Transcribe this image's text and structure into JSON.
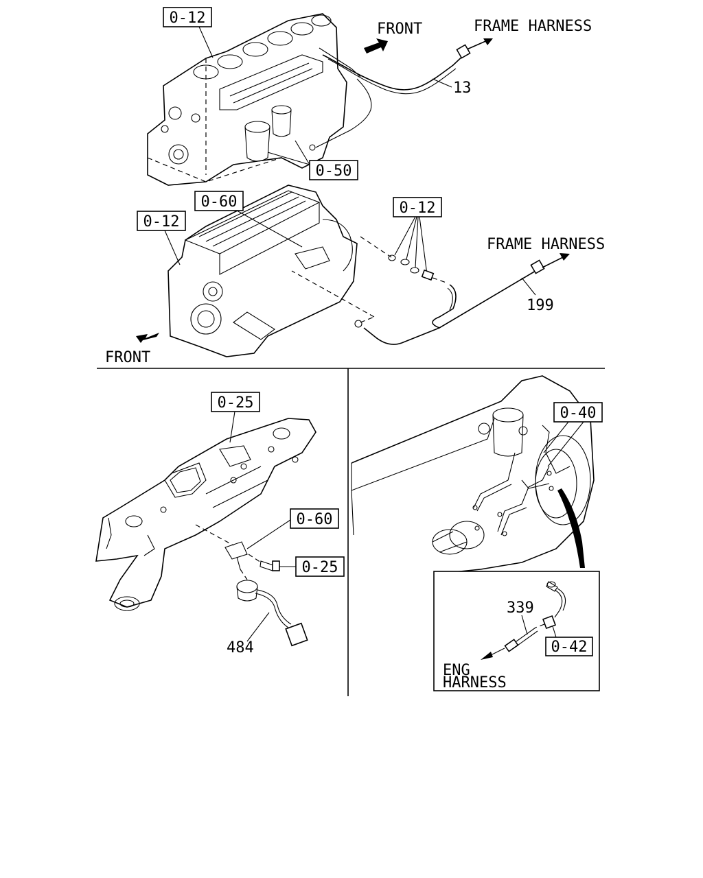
{
  "callouts": {
    "top_left_012": "0-12",
    "top_050": "0-50",
    "mid_060": "0-60",
    "mid_left_012": "0-12",
    "mid_right_012": "0-12",
    "bl_025_top": "0-25",
    "bl_060": "0-60",
    "bl_025_bolt": "0-25",
    "br_040": "0-40",
    "br_042": "0-42"
  },
  "part_numbers": {
    "p13": "13",
    "p199": "199",
    "p484": "484",
    "p339": "339"
  },
  "directions": {
    "front_top": "FRONT",
    "frame_harness_top": "FRAME HARNESS",
    "frame_harness_mid": "FRAME HARNESS",
    "front_mid": "FRONT",
    "eng_harness_line1": "ENG",
    "eng_harness_line2": "HARNESS"
  }
}
